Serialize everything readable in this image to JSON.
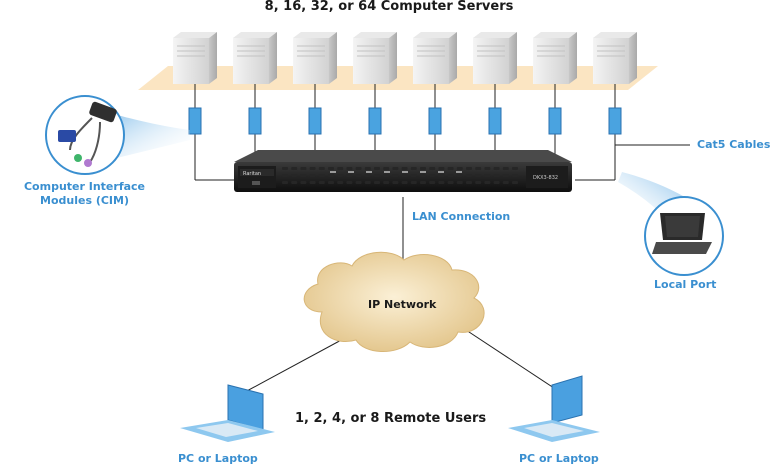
{
  "title": "8, 16, 32, or 64 Computer Servers",
  "labels": {
    "cim": "Computer Interface\nModules (CIM)",
    "cat5": "Cat5 Cables",
    "lan": "LAN Connection",
    "local_port": "Local Port",
    "ip_network": "IP Network",
    "remote_users": "1, 2, 4, or 8 Remote Users",
    "pc_left": "PC or Laptop",
    "pc_right": "PC or Laptop"
  },
  "device": {
    "brand": "Raritan",
    "model": "DKX3-832"
  },
  "servers": [
    "server",
    "server",
    "server",
    "server",
    "server",
    "server",
    "server",
    "server"
  ],
  "colors": {
    "accent": "#3a8fd0",
    "platform": "#fbe5c2",
    "cim_block": "#4aa3e0",
    "cloud": "#f0d9a8",
    "screen": "#4aa0e0"
  }
}
